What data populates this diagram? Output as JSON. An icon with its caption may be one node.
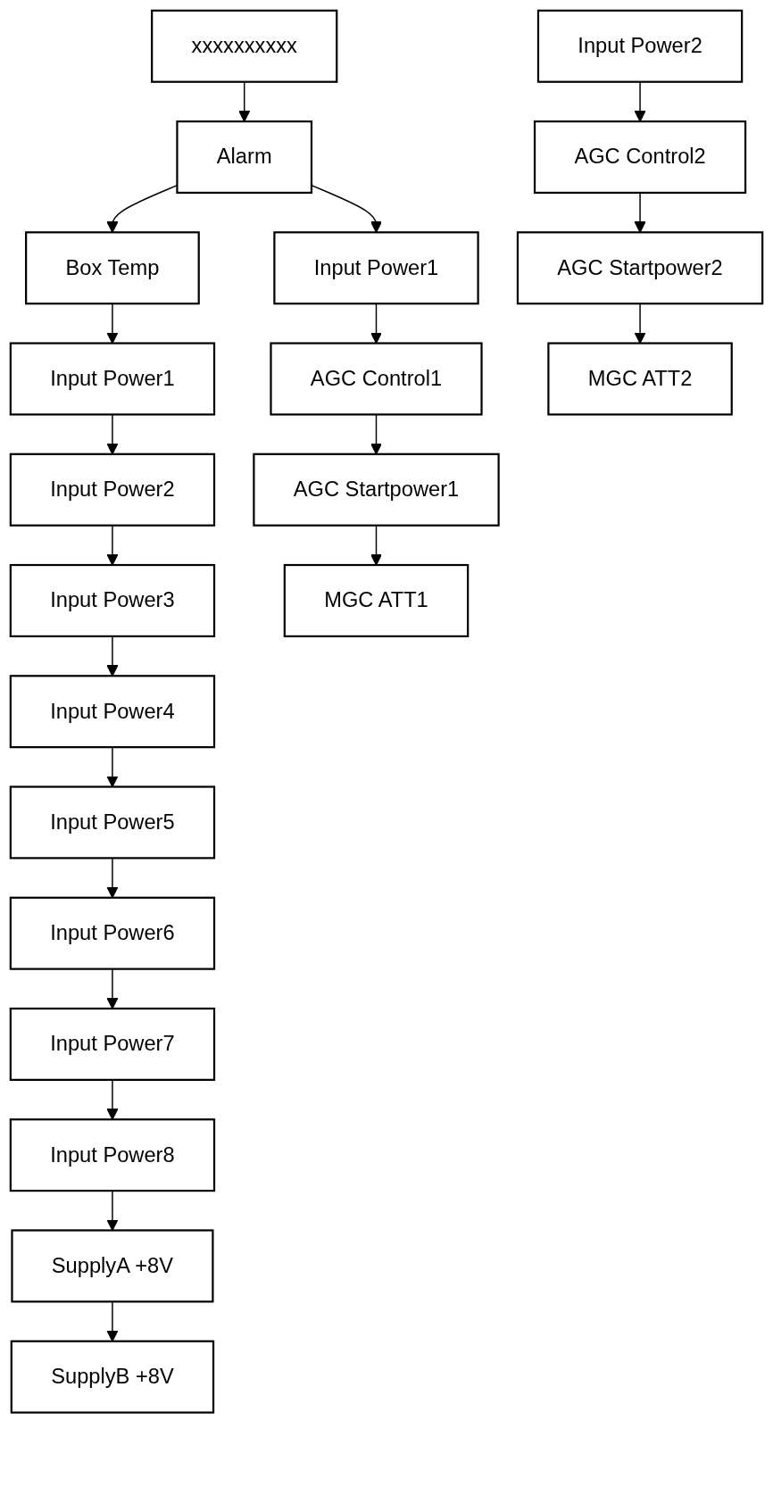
{
  "diagram": {
    "nodes": [
      {
        "text": [
          "xxxxxxxxxx"
        ]
      },
      {
        "text": [
          "Alarm"
        ]
      },
      {
        "text": [
          "Box Temp"
        ]
      },
      {
        "text": [
          "Input Power1"
        ]
      },
      {
        "text": [
          "Input Power2"
        ]
      },
      {
        "text": [
          "Input Power3"
        ]
      },
      {
        "text": [
          "Input Power4"
        ]
      },
      {
        "text": [
          "Input Power5"
        ]
      },
      {
        "text": [
          "Input Power6"
        ]
      },
      {
        "text": [
          "Input Power7"
        ]
      },
      {
        "text": [
          "Input Power8"
        ]
      },
      {
        "text": [
          "SupplyA +8V"
        ]
      },
      {
        "text": [
          "SupplyB +8V"
        ]
      },
      {
        "text": [
          "Input Power1"
        ]
      },
      {
        "text": [
          "AGC Control1"
        ]
      },
      {
        "text": [
          "AGC Startpower1"
        ]
      },
      {
        "text": [
          "MGC ATT1"
        ]
      },
      {
        "text": [
          "Input Power2"
        ]
      },
      {
        "text": [
          "AGC Control2"
        ]
      },
      {
        "text": [
          "AGC Startpower2"
        ]
      },
      {
        "text": [
          "MGC ATT2"
        ]
      }
    ],
    "edges": [
      {
        "from": 0,
        "to": 1,
        "arrow": "to"
      },
      {
        "from": 1,
        "to": 2,
        "arrow": "to"
      },
      {
        "from": 2,
        "to": 3,
        "arrow": "to"
      },
      {
        "from": 3,
        "to": 4,
        "arrow": "to"
      },
      {
        "from": 4,
        "to": 5,
        "arrow": "to"
      },
      {
        "from": 5,
        "to": 6,
        "arrow": "to"
      },
      {
        "from": 6,
        "to": 7,
        "arrow": "to"
      },
      {
        "from": 7,
        "to": 8,
        "arrow": "to"
      },
      {
        "from": 8,
        "to": 9,
        "arrow": "to"
      },
      {
        "from": 9,
        "to": 10,
        "arrow": "to"
      },
      {
        "from": 10,
        "to": 11,
        "arrow": "to"
      },
      {
        "from": 11,
        "to": 12,
        "arrow": "to"
      },
      {
        "from": 1,
        "to": 13,
        "arrow": "to"
      },
      {
        "from": 13,
        "to": 14,
        "arrow": "to"
      },
      {
        "from": 14,
        "to": 15,
        "arrow": "to"
      },
      {
        "from": 15,
        "to": 16,
        "arrow": "to"
      },
      {
        "from": 17,
        "to": 18,
        "arrow": "to"
      },
      {
        "from": 18,
        "to": 19,
        "arrow": "to"
      },
      {
        "from": 19,
        "to": 20,
        "arrow": "to"
      }
    ]
  }
}
